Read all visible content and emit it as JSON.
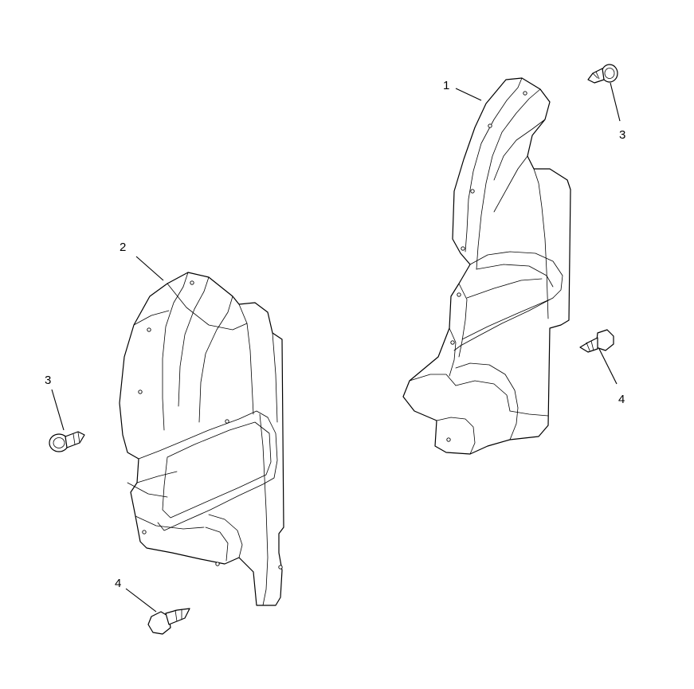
{
  "callouts": {
    "part1": "1",
    "part2": "2",
    "part3_right": "3",
    "part3_left": "3",
    "part4_right": "4",
    "part4_left": "4"
  }
}
